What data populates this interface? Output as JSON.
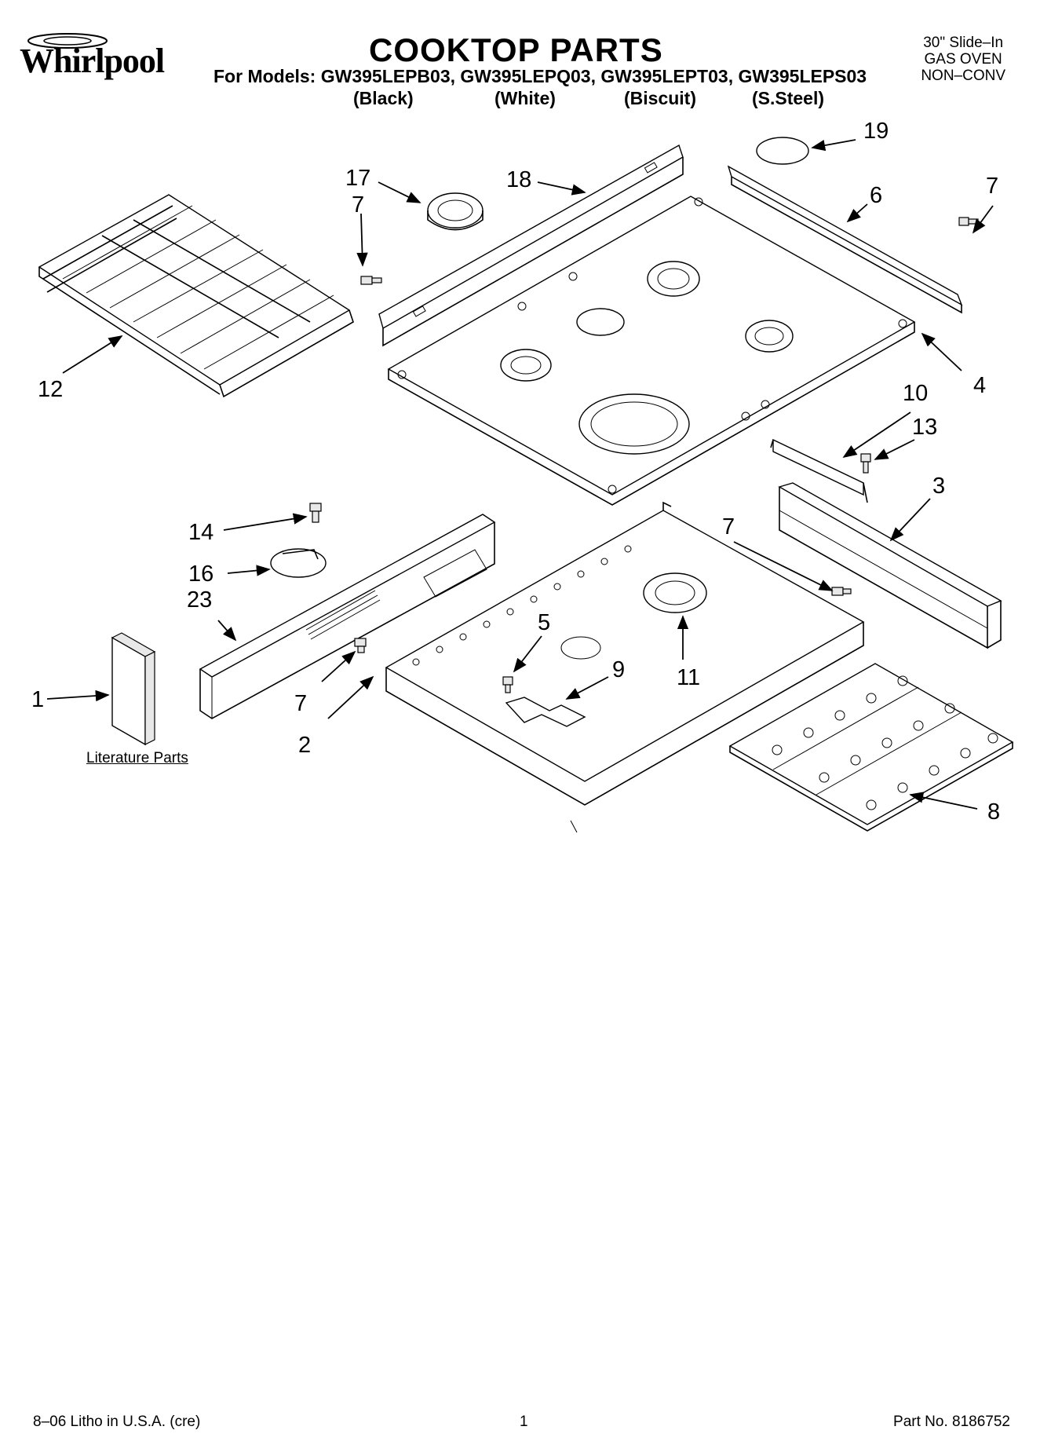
{
  "header": {
    "brand": "Whirlpool",
    "title": "COOKTOP PARTS",
    "models_line": "For Models: GW395LEPB03, GW395LEPQ03, GW395LEPT03, GW395LEPS03",
    "colors": [
      "(Black)",
      "(White)",
      "(Biscuit)",
      "(S.Steel)"
    ],
    "corner": [
      "30\" Slide–In",
      "GAS OVEN",
      "NON–CONV"
    ]
  },
  "callouts": [
    "19",
    "17",
    "7",
    "18",
    "6",
    "7",
    "12",
    "4",
    "10",
    "13",
    "14",
    "3",
    "16",
    "7",
    "23",
    "5",
    "9",
    "11",
    "1",
    "7",
    "2",
    "8"
  ],
  "literature_label": "Literature Parts",
  "footer": {
    "left": "8–06 Litho in U.S.A. (cre)",
    "center": "1",
    "right": "Part No. 8186752"
  }
}
